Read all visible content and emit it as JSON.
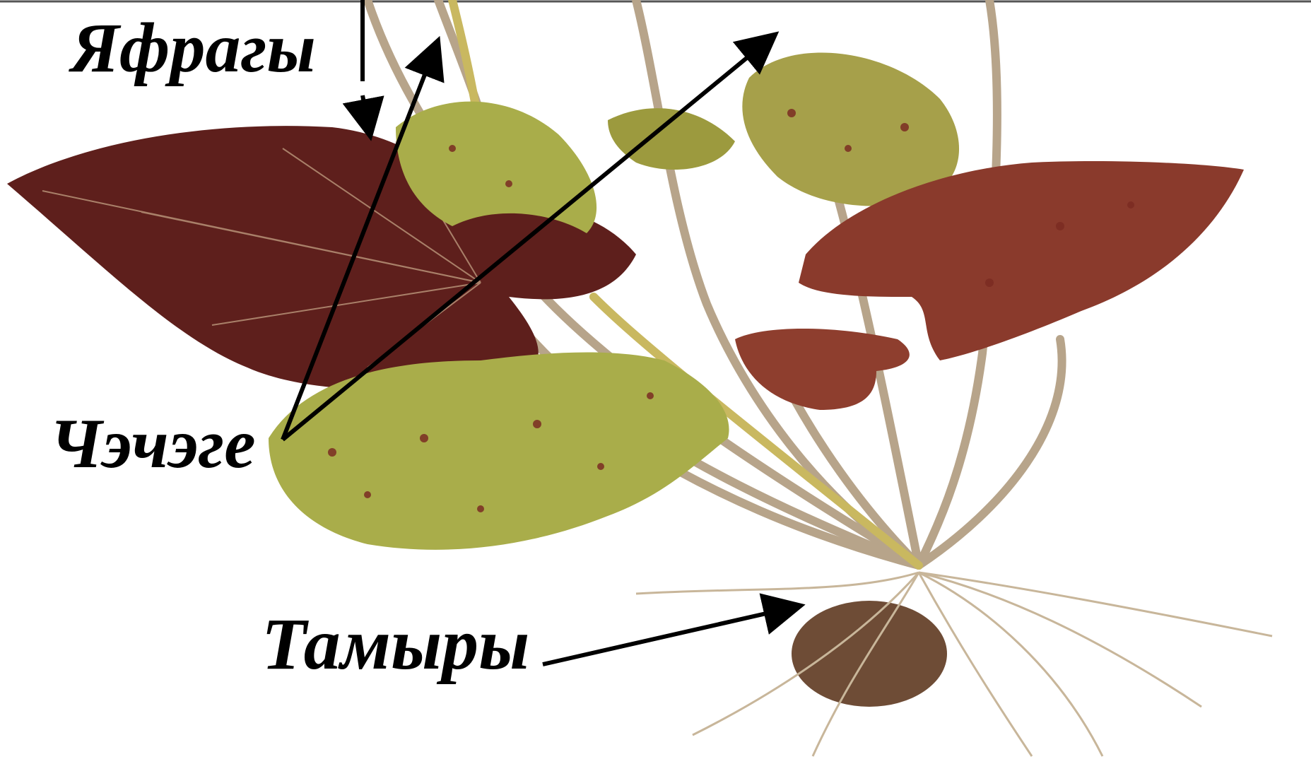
{
  "labels": {
    "leaves": "Яфрагы",
    "flowers": "Чэчэге",
    "roots": "Тамыры"
  },
  "colors": {
    "dark_leaf": "#5e1f1c",
    "green_leaf": "#a9ad4a",
    "red_leaf": "#8a3a2c",
    "stem": "#b7a48a",
    "arrow": "#000000"
  }
}
